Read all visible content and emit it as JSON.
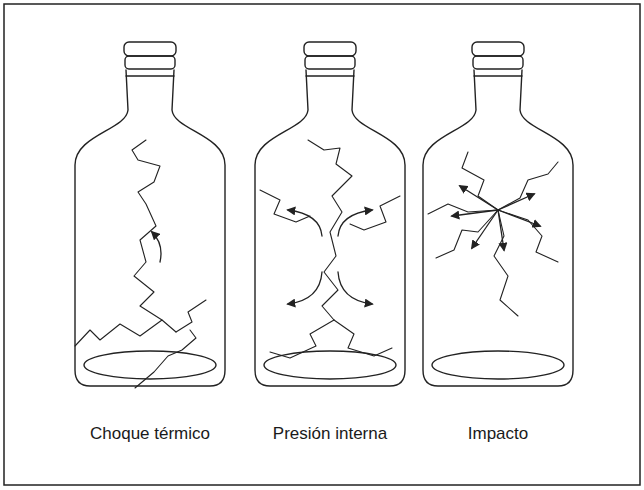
{
  "diagram": {
    "labels": [
      "Choque térmico",
      "Presión interna",
      "Impacto"
    ]
  }
}
